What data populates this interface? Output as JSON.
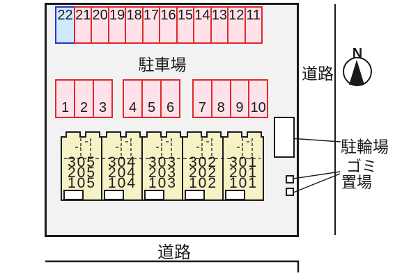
{
  "labels": {
    "parking_lot": "駐車場",
    "road_right": "道路",
    "road_bottom": "道路",
    "bicycle_parking": "駐輪場",
    "garbage_line1": "ゴミ",
    "garbage_line2": "置場",
    "compass_north": "N"
  },
  "parking": {
    "top_row": [
      {
        "num": "22",
        "color": "blue"
      },
      {
        "num": "21",
        "color": "red"
      },
      {
        "num": "20",
        "color": "red"
      },
      {
        "num": "19",
        "color": "red"
      },
      {
        "num": "18",
        "color": "red"
      },
      {
        "num": "17",
        "color": "red"
      },
      {
        "num": "16",
        "color": "red"
      },
      {
        "num": "15",
        "color": "red"
      },
      {
        "num": "14",
        "color": "red"
      },
      {
        "num": "13",
        "color": "red"
      },
      {
        "num": "12",
        "color": "red"
      },
      {
        "num": "11",
        "color": "red"
      }
    ],
    "groups": [
      [
        "1",
        "2",
        "3"
      ],
      [
        "4",
        "5",
        "6"
      ],
      [
        "7",
        "8",
        "9",
        "10"
      ]
    ]
  },
  "building": {
    "units": [
      {
        "rooms": [
          "305",
          "205",
          "105"
        ]
      },
      {
        "rooms": [
          "304",
          "204",
          "104"
        ]
      },
      {
        "rooms": [
          "303",
          "203",
          "103"
        ]
      },
      {
        "rooms": [
          "302",
          "202",
          "102"
        ]
      },
      {
        "rooms": [
          "301",
          "201",
          "101"
        ]
      }
    ]
  },
  "colors": {
    "line": "#1a1a1a",
    "site_bg": "#f2f2f2",
    "space_pink": "#ffe1e9",
    "space_pink_border": "#e02828",
    "space_blue": "#cfeaff",
    "space_blue_border": "#2530cc",
    "unit_fill": "#f6f2c6"
  }
}
